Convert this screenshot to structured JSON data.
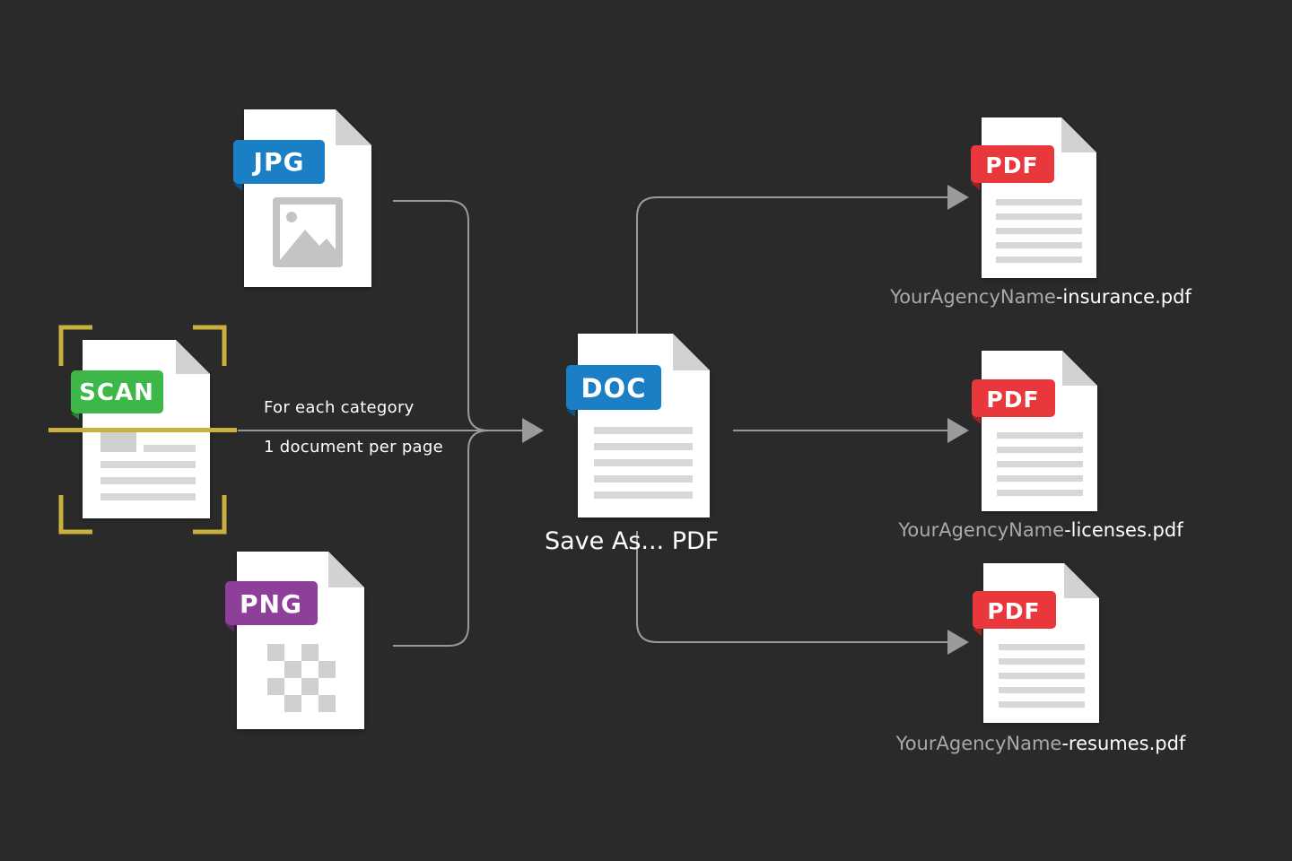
{
  "inputs": {
    "jpg": {
      "badge": "JPG",
      "color": "#1a7fc4"
    },
    "scan": {
      "badge": "SCAN",
      "color": "#3db848",
      "frame_color": "#c9b03f"
    },
    "png": {
      "badge": "PNG",
      "color": "#8e3f9a"
    }
  },
  "flow_labels": {
    "line1": "For each category",
    "line2": "1 document per page"
  },
  "center": {
    "badge": "DOC",
    "color": "#1a7fc4",
    "label": "Save As... PDF"
  },
  "outputs": [
    {
      "badge": "PDF",
      "color": "#e8383b",
      "prefix": "YourAgencyName",
      "suffix": "-insurance.pdf"
    },
    {
      "badge": "PDF",
      "color": "#e8383b",
      "prefix": "YourAgencyName",
      "suffix": "-licenses.pdf"
    },
    {
      "badge": "PDF",
      "color": "#e8383b",
      "prefix": "YourAgencyName",
      "suffix": "-resumes.pdf"
    }
  ]
}
